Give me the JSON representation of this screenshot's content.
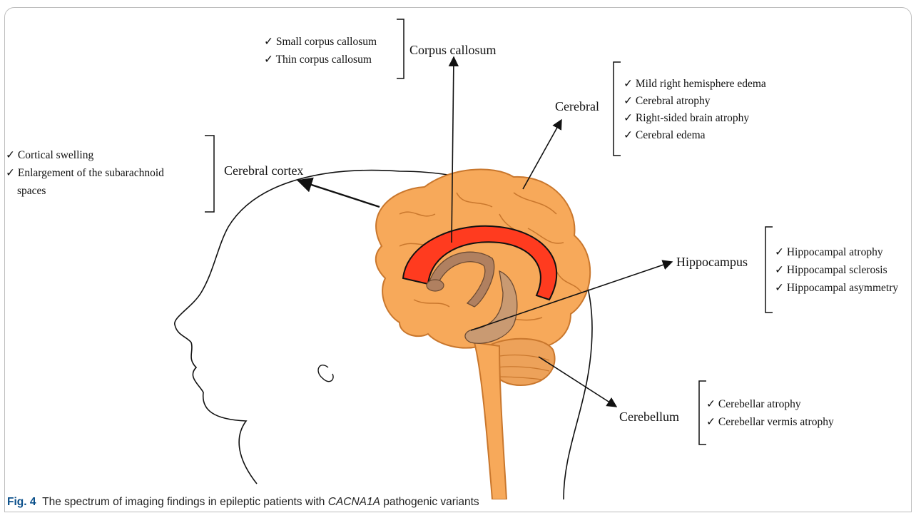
{
  "figure": {
    "caption_label": "Fig. 4",
    "caption_pre": "The spectrum of imaging findings in epileptic patients with ",
    "caption_gene": "CACNA1A",
    "caption_post": " pathogenic variants"
  },
  "groups": {
    "corpus_callosum": {
      "heading": "Corpus callosum",
      "items": [
        "✓ Small corpus callosum",
        "✓ Thin corpus callosum"
      ]
    },
    "cerebral": {
      "heading": "Cerebral",
      "items": [
        "✓ Mild right hemisphere edema",
        "✓ Cerebral atrophy",
        "✓ Right-sided brain atrophy",
        "✓ Cerebral edema"
      ]
    },
    "cerebral_cortex": {
      "heading": "Cerebral cortex",
      "items": [
        "✓ Cortical swelling",
        "✓  Enlargement of the subarachnoid",
        "spaces"
      ]
    },
    "hippocampus": {
      "heading": "Hippocampus",
      "items": [
        "✓ Hippocampal atrophy",
        "✓ Hippocampal sclerosis",
        "✓ Hippocampal asymmetry"
      ]
    },
    "cerebellum": {
      "heading": "Cerebellum",
      "items": [
        "✓ Cerebellar atrophy",
        "✓ Cerebellar vermis atrophy"
      ]
    }
  },
  "colors": {
    "brain_fill": "#f7a95a",
    "brain_outline": "#c9772d",
    "corpus_callosum": "#ff3b1f",
    "hippocampus": "#c99a72",
    "caption_label": "#0a4f8a"
  }
}
